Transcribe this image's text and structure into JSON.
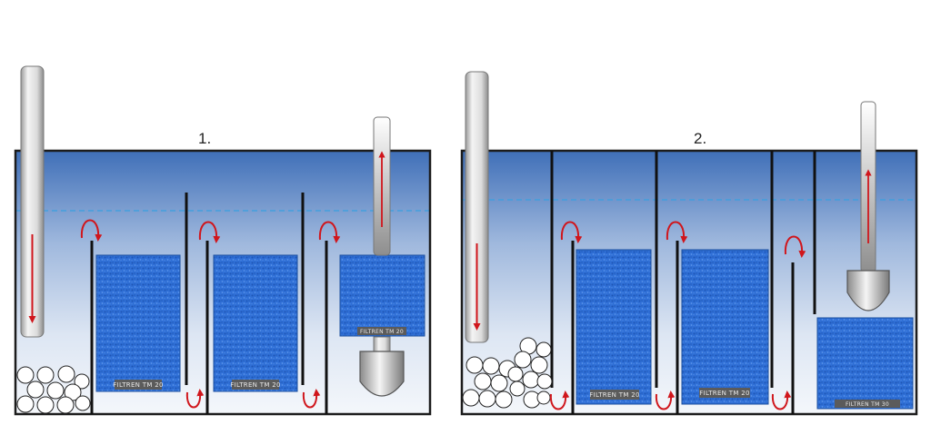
{
  "panels": [
    {
      "number": "1.",
      "sponge_labels": [
        "FILTREN TM 20",
        "FILTREN TM 20",
        "FILTREN TM 20"
      ]
    },
    {
      "number": "2.",
      "sponge_labels": [
        "FILTREN TM 20",
        "FILTREN TM 20",
        "FILTREN TM 30"
      ]
    }
  ],
  "colors": {
    "water_top": "#3f6fb8",
    "water_bottom": "#eef3fa",
    "sponge": "#2f6fd6",
    "arrow": "#d0161c",
    "water_line": "#3aa0e0",
    "tank_outline": "#1c1c1c"
  }
}
